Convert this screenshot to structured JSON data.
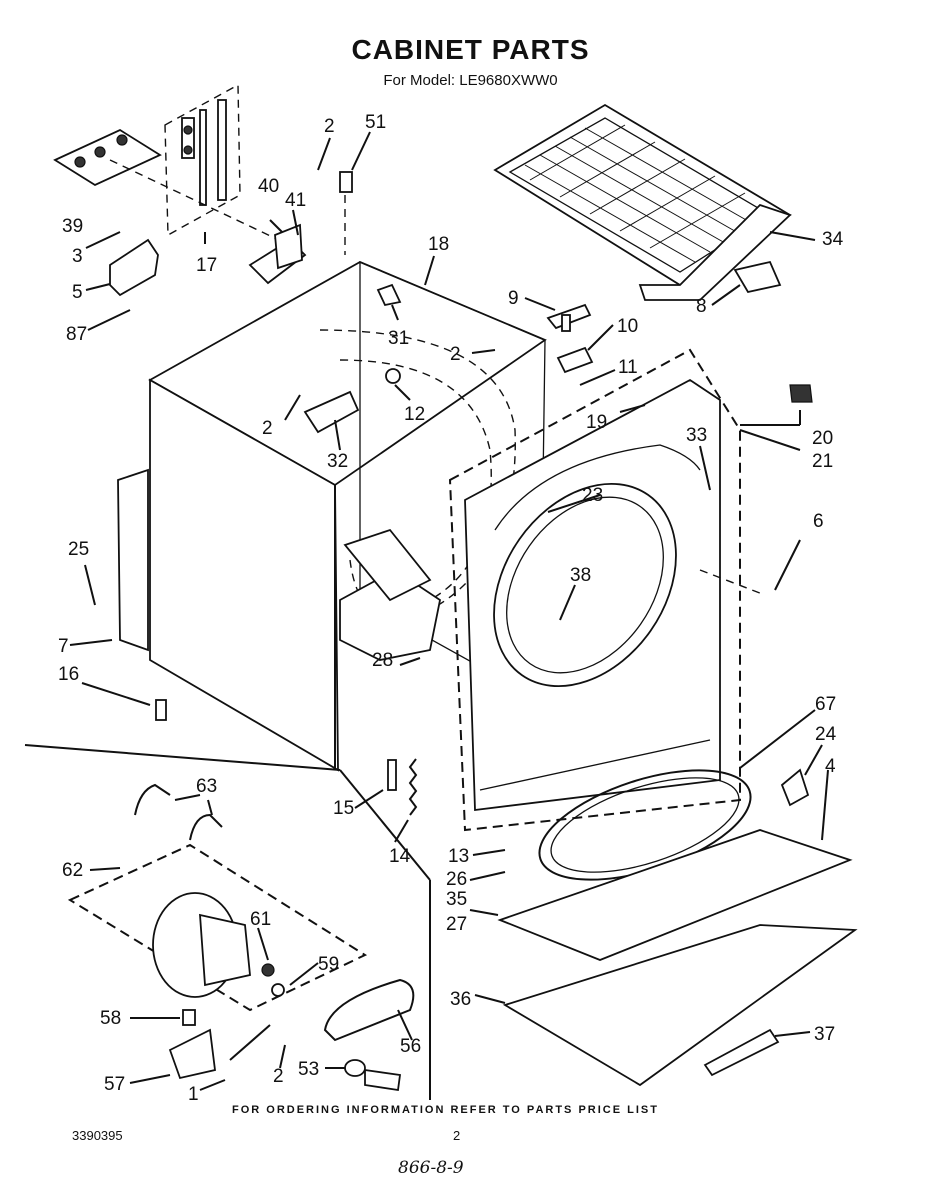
{
  "header": {
    "title": "CABINET PARTS",
    "subtitle": "For Model: LE9680XWW0"
  },
  "callouts": [
    {
      "id": "c2a",
      "text": "2"
    },
    {
      "id": "c51",
      "text": "51"
    },
    {
      "id": "c39",
      "text": "39"
    },
    {
      "id": "c40",
      "text": "40"
    },
    {
      "id": "c41",
      "text": "41"
    },
    {
      "id": "c3",
      "text": "3"
    },
    {
      "id": "c17",
      "text": "17"
    },
    {
      "id": "c5",
      "text": "5"
    },
    {
      "id": "c87",
      "text": "87"
    },
    {
      "id": "c18",
      "text": "18"
    },
    {
      "id": "c34",
      "text": "34"
    },
    {
      "id": "c9",
      "text": "9"
    },
    {
      "id": "c8",
      "text": "8"
    },
    {
      "id": "c31",
      "text": "31"
    },
    {
      "id": "c10",
      "text": "10"
    },
    {
      "id": "c2b",
      "text": "2"
    },
    {
      "id": "c11",
      "text": "11"
    },
    {
      "id": "c12",
      "text": "12"
    },
    {
      "id": "c19",
      "text": "19"
    },
    {
      "id": "c20",
      "text": "20"
    },
    {
      "id": "c2c",
      "text": "2"
    },
    {
      "id": "c21",
      "text": "21"
    },
    {
      "id": "c32",
      "text": "32"
    },
    {
      "id": "c33",
      "text": "33"
    },
    {
      "id": "c23",
      "text": "23"
    },
    {
      "id": "c6",
      "text": "6"
    },
    {
      "id": "c25",
      "text": "25"
    },
    {
      "id": "c38",
      "text": "38"
    },
    {
      "id": "c7",
      "text": "7"
    },
    {
      "id": "c28",
      "text": "28"
    },
    {
      "id": "c16",
      "text": "16"
    },
    {
      "id": "c67",
      "text": "67"
    },
    {
      "id": "c24",
      "text": "24"
    },
    {
      "id": "c4",
      "text": "4"
    },
    {
      "id": "c63",
      "text": "63"
    },
    {
      "id": "c15",
      "text": "15"
    },
    {
      "id": "c14",
      "text": "14"
    },
    {
      "id": "c62",
      "text": "62"
    },
    {
      "id": "c13",
      "text": "13"
    },
    {
      "id": "c26",
      "text": "26"
    },
    {
      "id": "c35",
      "text": "35"
    },
    {
      "id": "c61",
      "text": "61"
    },
    {
      "id": "c27",
      "text": "27"
    },
    {
      "id": "c59",
      "text": "59"
    },
    {
      "id": "c36",
      "text": "36"
    },
    {
      "id": "c58",
      "text": "58"
    },
    {
      "id": "c56",
      "text": "56"
    },
    {
      "id": "c37",
      "text": "37"
    },
    {
      "id": "c2d",
      "text": "2"
    },
    {
      "id": "c53",
      "text": "53"
    },
    {
      "id": "c57",
      "text": "57"
    },
    {
      "id": "c1",
      "text": "1"
    }
  ],
  "footer": {
    "ordering_note": "FOR ORDERING INFORMATION REFER TO PARTS PRICE LIST",
    "doc_number": "3390395",
    "page_number": "2",
    "handwritten": "866-8-9"
  }
}
